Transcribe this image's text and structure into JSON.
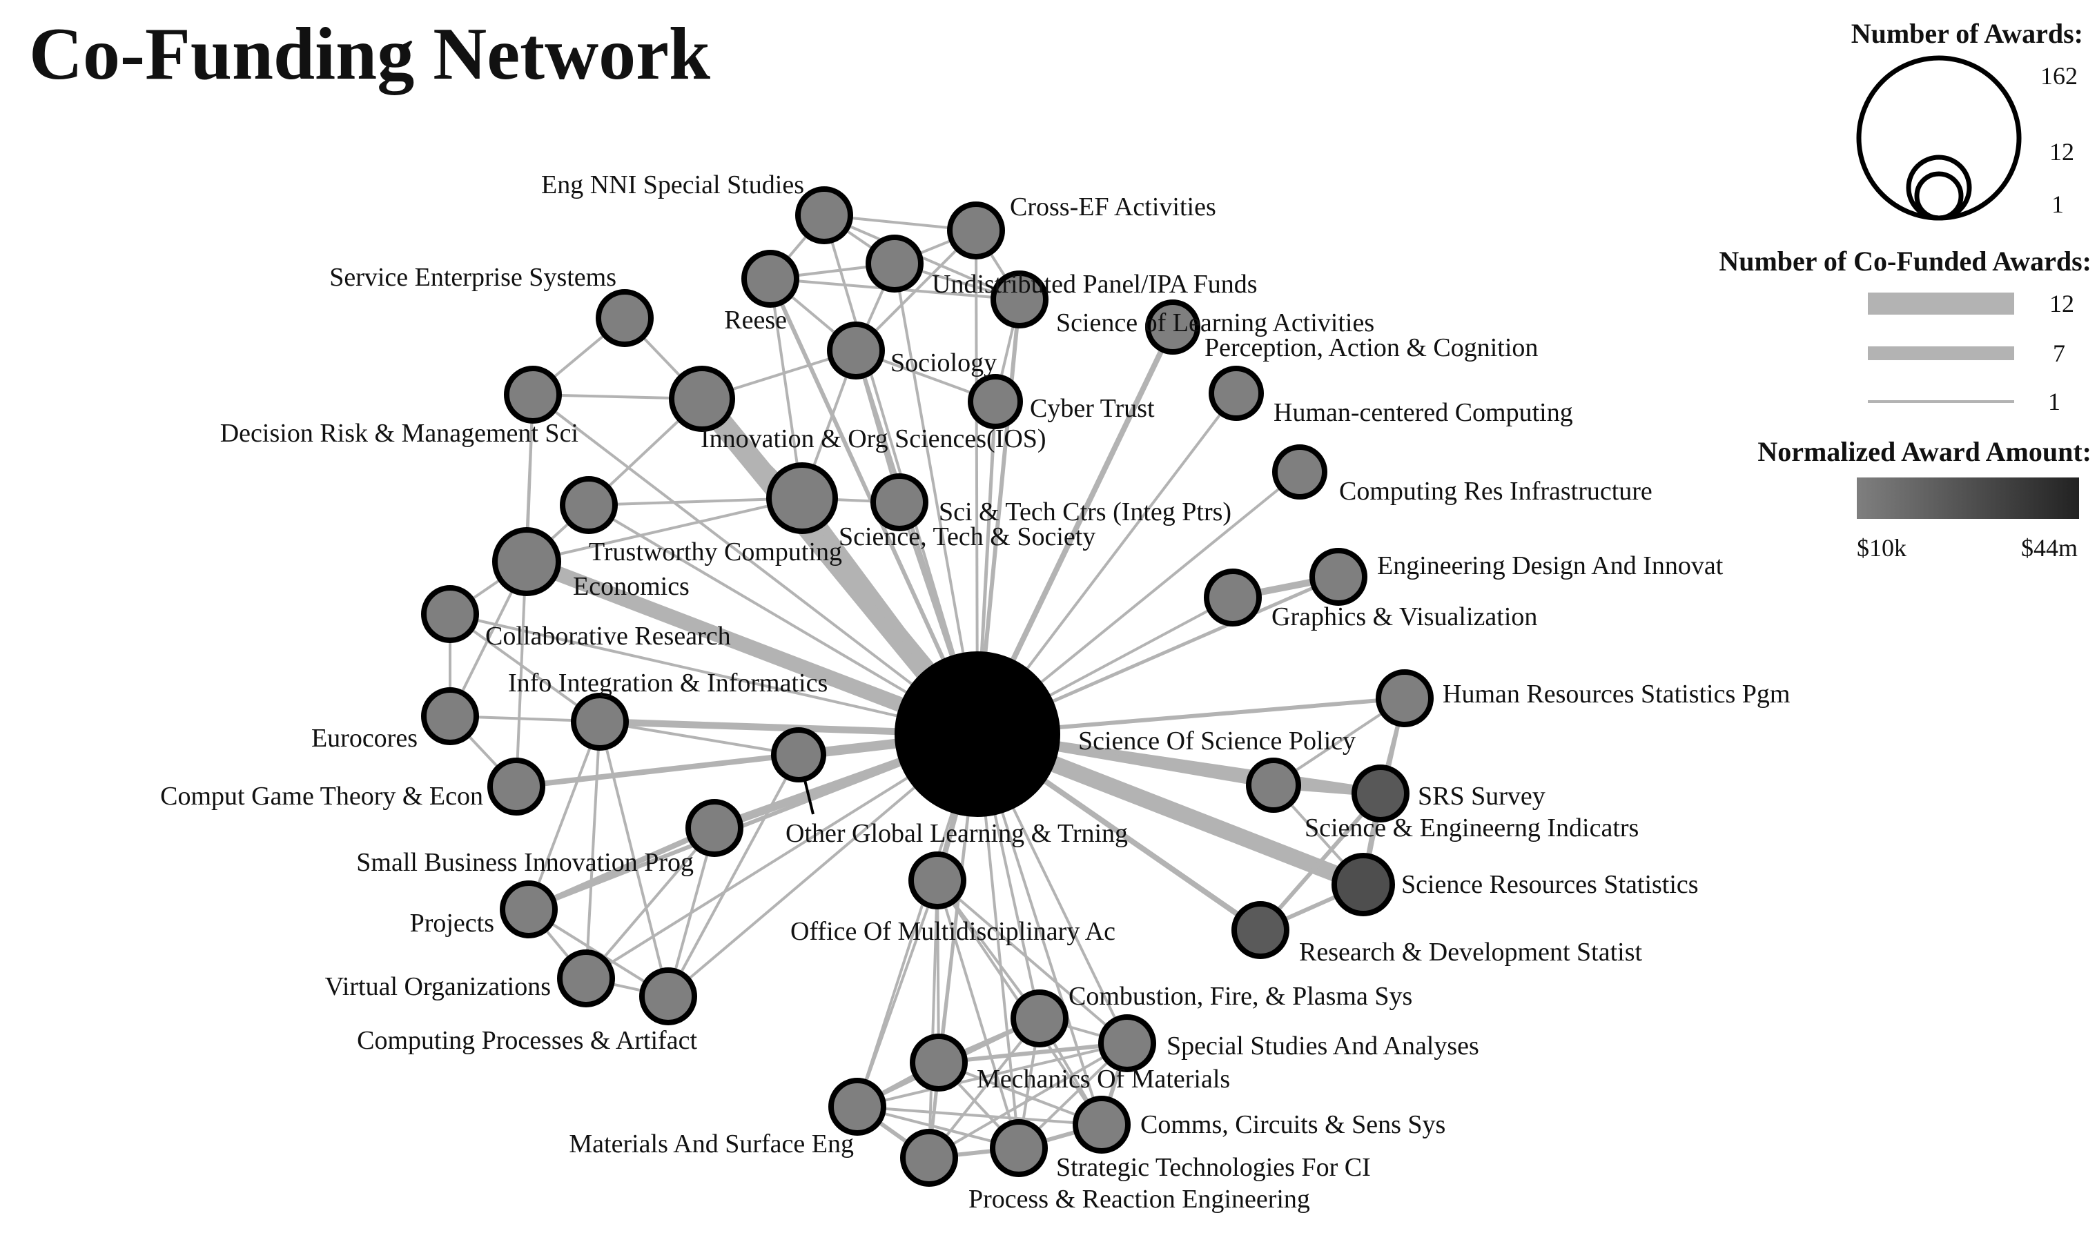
{
  "title": "Co-Funding Network",
  "colors": {
    "edge": "#b3b3b3",
    "node_fill": "#7f7f7f",
    "hub_fill": "#000000",
    "stroke": "#000000",
    "gradient_low": "#7f7f7f",
    "gradient_high": "#222222"
  },
  "legend": {
    "awards_title": "Number of Awards:",
    "awards_values": [
      "162",
      "12",
      "1"
    ],
    "cofunded_title": "Number of Co-Funded Awards:",
    "cofunded_values": [
      "12",
      "7",
      "1"
    ],
    "amount_title": "Normalized Award Amount:",
    "amount_min": "$10k",
    "amount_max": "$44m"
  },
  "hub": {
    "id": "hub"
  },
  "nodes": [
    {
      "id": "eng-nni",
      "label": "Eng NNI Special Studies"
    },
    {
      "id": "cross-ef",
      "label": "Cross-EF Activities"
    },
    {
      "id": "reese",
      "label": "Reese"
    },
    {
      "id": "undist",
      "label": "Undistributed Panel/IPA Funds"
    },
    {
      "id": "sci-learning",
      "label": "Science of Learning Activities"
    },
    {
      "id": "service-ent",
      "label": "Service Enterprise Systems"
    },
    {
      "id": "sociology",
      "label": "Sociology"
    },
    {
      "id": "perception",
      "label": "Perception, Action & Cognition"
    },
    {
      "id": "decision-risk",
      "label": "Decision Risk & Management Sci"
    },
    {
      "id": "ios",
      "label": "Innovation & Org Sciences(IOS)"
    },
    {
      "id": "cyber-trust",
      "label": "Cyber Trust"
    },
    {
      "id": "human-centered",
      "label": "Human-centered Computing"
    },
    {
      "id": "computing-res",
      "label": "Computing Res Infrastructure"
    },
    {
      "id": "sci-tech-society",
      "label": "Science, Tech & Society"
    },
    {
      "id": "sci-tech-ctrs",
      "label": "Sci & Tech Ctrs (Integ Ptrs)"
    },
    {
      "id": "trustworthy",
      "label": "Trustworthy Computing"
    },
    {
      "id": "economics",
      "label": "Economics"
    },
    {
      "id": "eng-design",
      "label": "Engineering Design And Innovat"
    },
    {
      "id": "graphics",
      "label": "Graphics & Visualization"
    },
    {
      "id": "collab-research",
      "label": "Collaborative Research"
    },
    {
      "id": "info-integ",
      "label": "Info Integration & Informatics"
    },
    {
      "id": "hr-stats",
      "label": "Human Resources Statistics Pgm"
    },
    {
      "id": "eurocores",
      "label": "Eurocores"
    },
    {
      "id": "sci-sci-policy",
      "label": "Science Of Science Policy"
    },
    {
      "id": "comput-game",
      "label": "Comput Game Theory & Econ"
    },
    {
      "id": "srs-survey",
      "label": "SRS Survey"
    },
    {
      "id": "sci-eng-ind",
      "label": "Science & Engineerng Indicatrs"
    },
    {
      "id": "small-biz",
      "label": "Small Business Innovation Prog"
    },
    {
      "id": "other-global",
      "label": "Other Global Learning & Trning"
    },
    {
      "id": "sci-res-stats",
      "label": "Science Resources Statistics"
    },
    {
      "id": "projects",
      "label": "Projects"
    },
    {
      "id": "office-multi",
      "label": "Office Of Multidisciplinary Ac"
    },
    {
      "id": "rd-stats",
      "label": "Research & Development Statist"
    },
    {
      "id": "virtual-orgs",
      "label": "Virtual Organizations"
    },
    {
      "id": "combustion",
      "label": "Combustion, Fire, & Plasma Sys"
    },
    {
      "id": "computing-proc",
      "label": "Computing Processes & Artifact"
    },
    {
      "id": "special-studies",
      "label": "Special Studies And Analyses"
    },
    {
      "id": "mechanics",
      "label": "Mechanics Of Materials"
    },
    {
      "id": "comms-circuits",
      "label": "Comms, Circuits & Sens Sys"
    },
    {
      "id": "materials-surface",
      "label": "Materials And Surface Eng"
    },
    {
      "id": "strategic-tech",
      "label": "Strategic Technologies For CI"
    },
    {
      "id": "process-reaction",
      "label": "Process & Reaction Engineering"
    }
  ]
}
